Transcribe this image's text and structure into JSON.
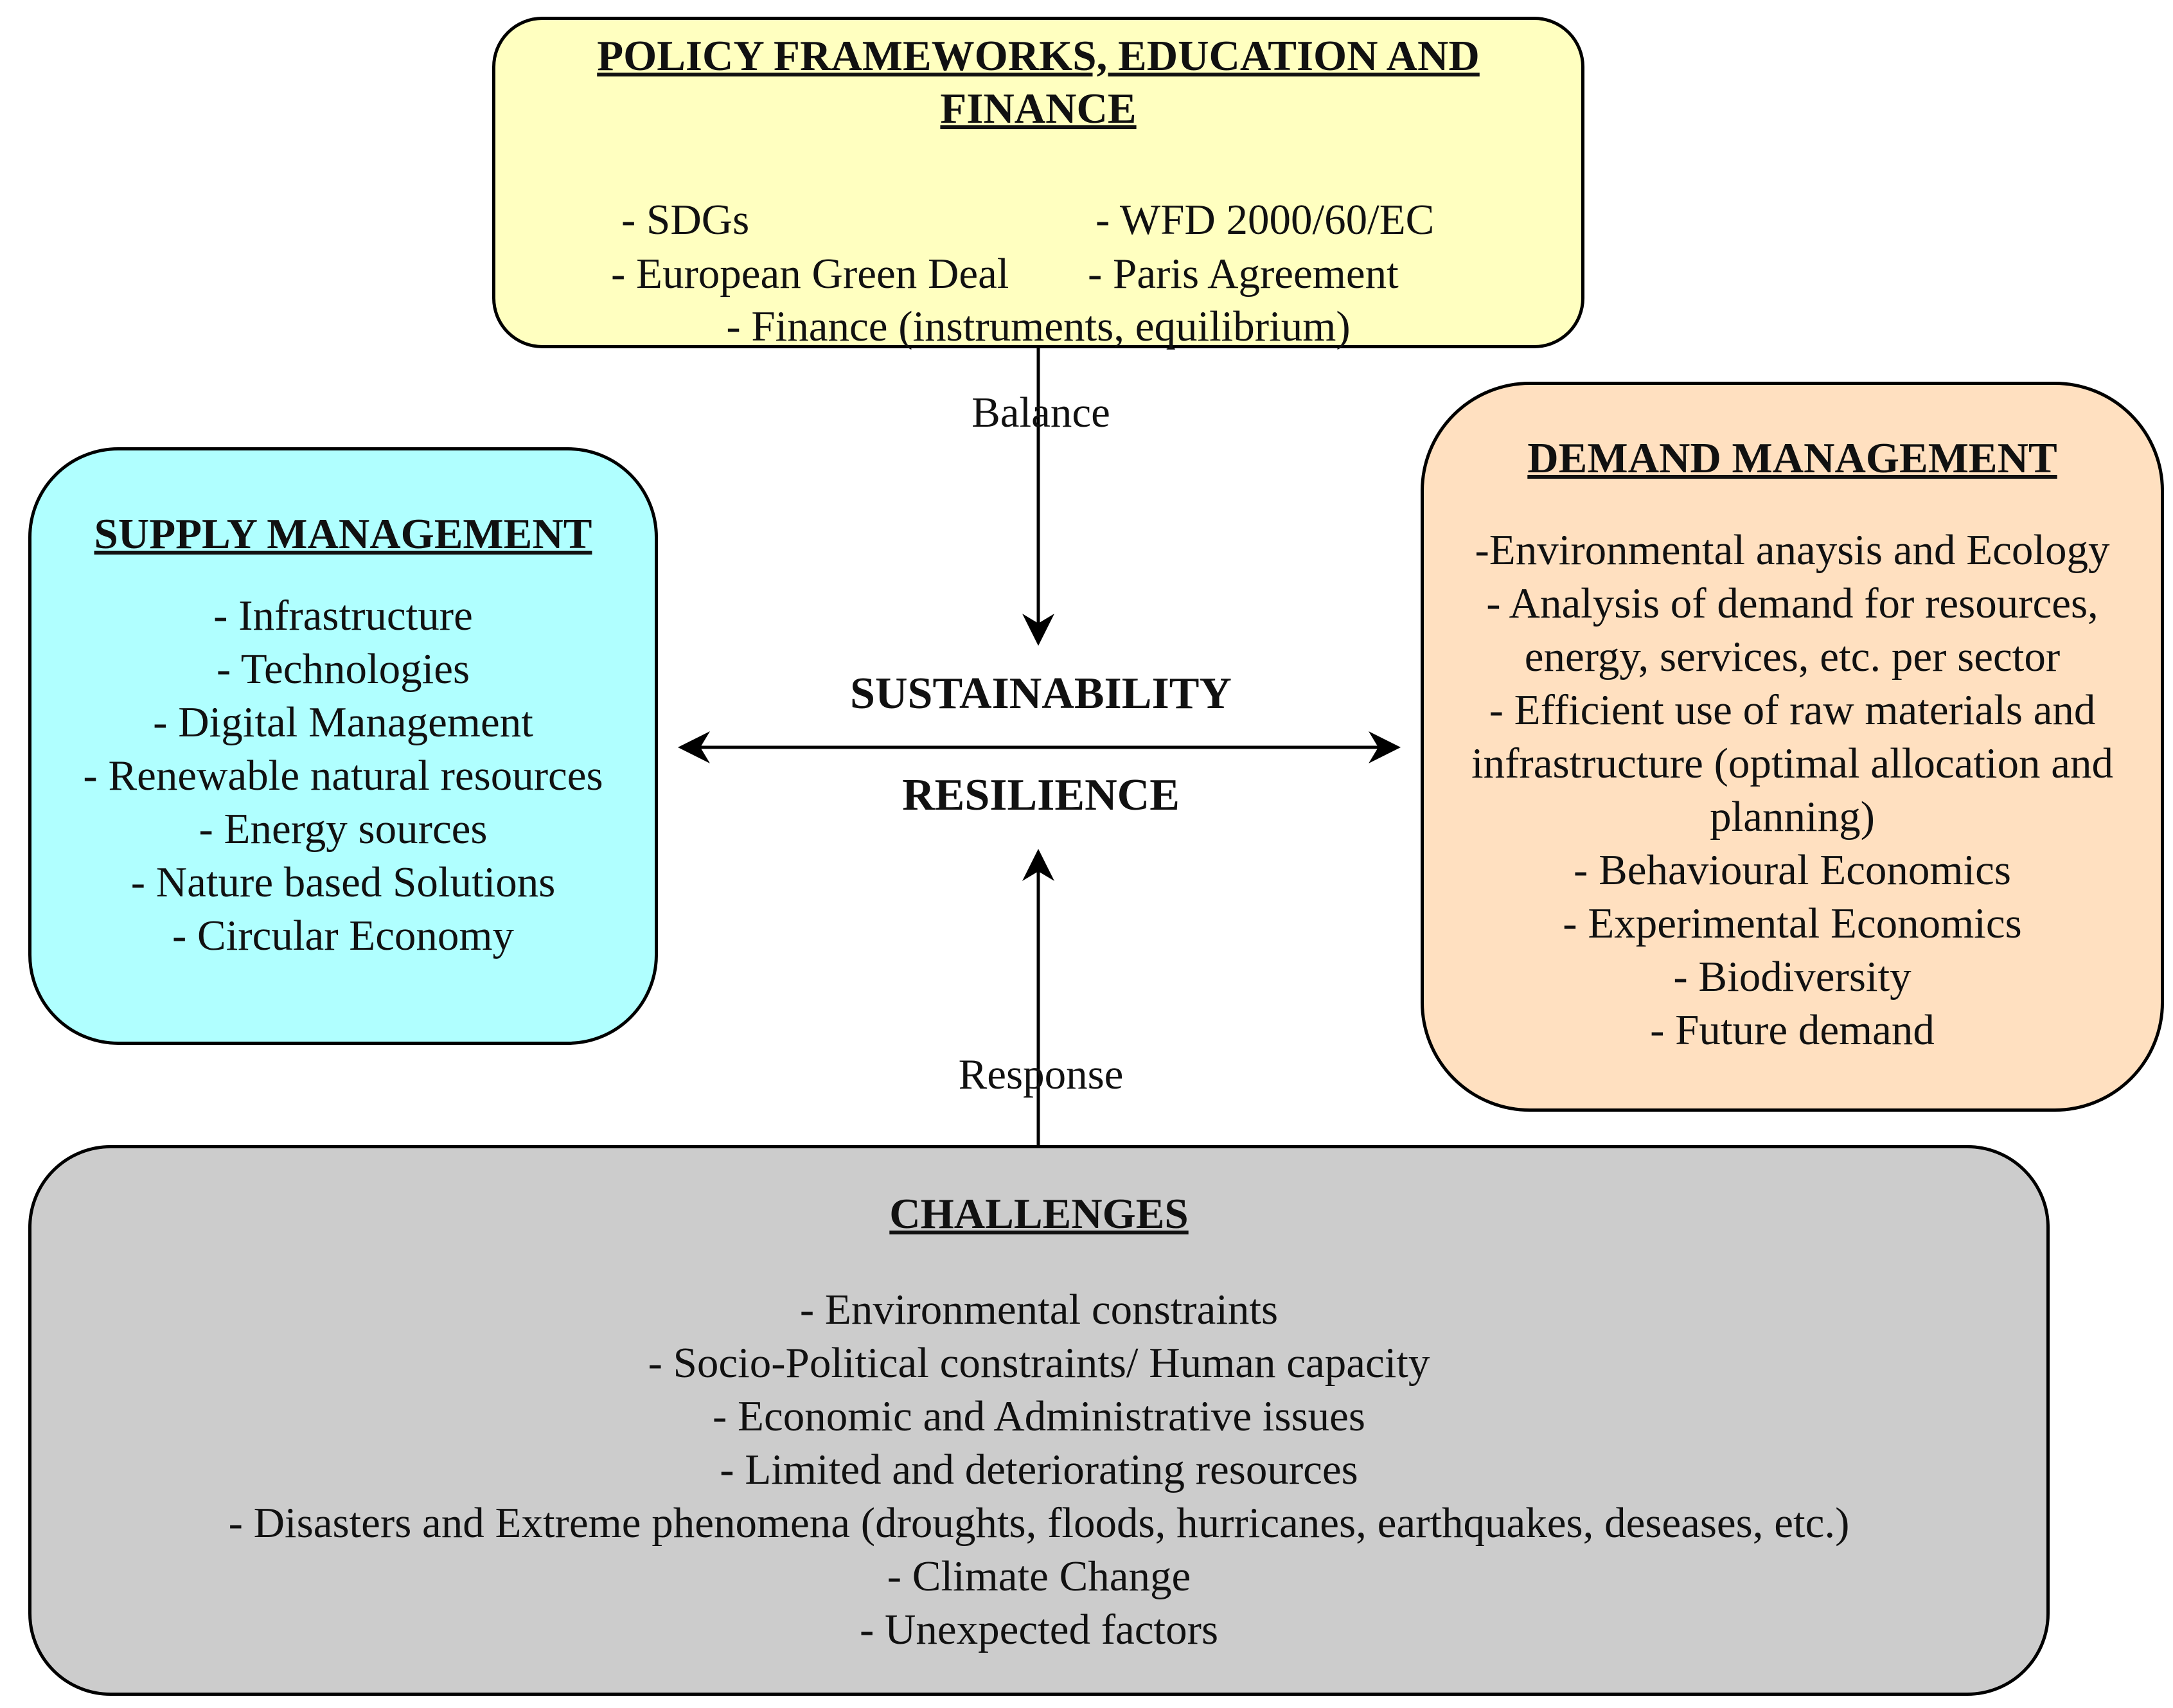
{
  "policy": {
    "title": "POLICY FRAMEWORKS, EDUCATION AND FINANCE",
    "items": [
      "- SDGs",
      "- WFD 2000/60/EC",
      "- European Green Deal",
      "- Paris Agreement",
      "- Finance (instruments, equilibrium)"
    ]
  },
  "supply": {
    "title": "SUPPLY MANAGEMENT",
    "items": [
      "- Infrastructure",
      "- Technologies",
      "- Digital Management",
      "- Renewable natural resources",
      "- Energy sources",
      "- Nature based Solutions",
      "- Circular Economy"
    ]
  },
  "demand": {
    "title": "DEMAND MANAGEMENT",
    "items": [
      "-Environmental anaysis and Ecology",
      "- Analysis of demand for resources, energy, services, etc. per sector",
      "- Efficient use of raw materials and infrastructure (optimal allocation and planning)",
      "- Behavioural Economics",
      "- Experimental Economics",
      "- Biodiversity",
      "- Future demand"
    ]
  },
  "center": {
    "sustainability": "SUSTAINABILITY",
    "resilience": "RESILIENCE"
  },
  "edges": {
    "balance": "Balance",
    "response": "Response"
  },
  "challenges": {
    "title": "CHALLENGES",
    "items": [
      "- Environmental constraints",
      "- Socio-Political constraints/ Human capacity",
      "- Economic and Administrative issues",
      "- Limited and deteriorating resources",
      "- Disasters and Extreme phenomena (droughts, floods,  hurricanes, earthquakes, deseases, etc.)",
      "- Climate Change",
      "- Unexpected factors"
    ]
  },
  "colors": {
    "policy": "#ffffc0",
    "supply": "#b0ffff",
    "demand": "#ffe0c0",
    "challenges": "#cccccc"
  }
}
